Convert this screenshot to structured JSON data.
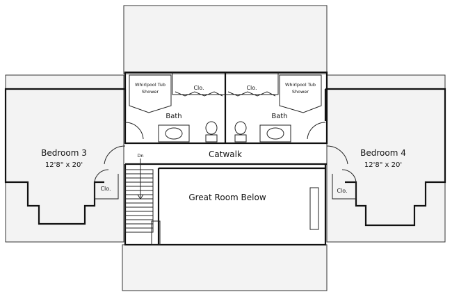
{
  "rooms": {
    "bedroom3": {
      "name": "Bedroom 3",
      "size": "12'8\" x 20'"
    },
    "bedroom4": {
      "name": "Bedroom 4",
      "size": "12'8\" x 20'"
    },
    "bath_left": "Bath",
    "bath_right": "Bath",
    "catwalk": "Catwalk",
    "great_room": "Great Room Below",
    "closet_top_left": "Clo.",
    "closet_top_right": "Clo.",
    "closet_left": "Clo.",
    "closet_right": "Clo.",
    "stair_label": "Dn"
  },
  "fixtures": {
    "tub_left": {
      "line1": "Whirlpool Tub",
      "line2": "Shower"
    },
    "tub_right": {
      "line1": "Whirlpool Tub",
      "line2": "Shower"
    }
  }
}
